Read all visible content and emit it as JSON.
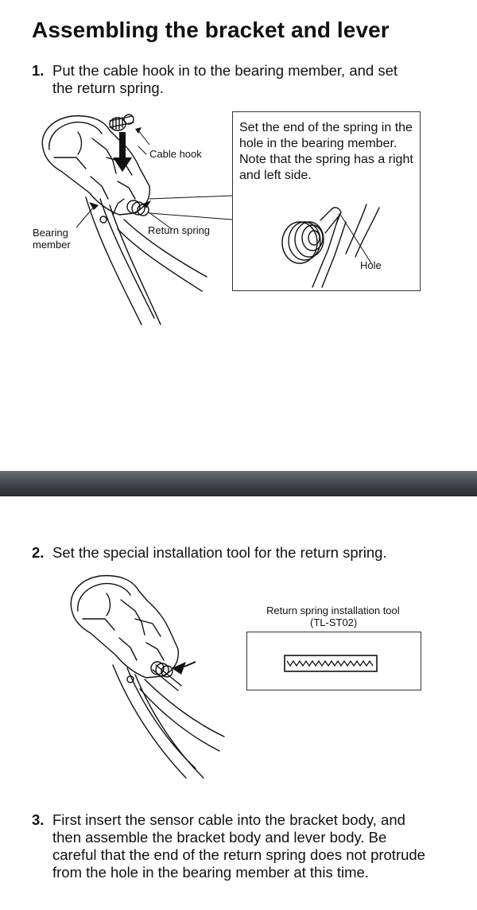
{
  "title": "Assembling the bracket and lever",
  "steps": [
    {
      "number": "1.",
      "text": "Put the cable hook in to the bearing member, and set the return spring.",
      "labels": {
        "cable_hook": "Cable hook",
        "bearing_member": "Bearing member",
        "return_spring": "Return spring"
      },
      "callout": {
        "text": "Set the end of the spring in the hole in the bearing member. Note that the spring has a right and left side.",
        "hole_label": "Hole"
      }
    },
    {
      "number": "2.",
      "text": "Set the special installation tool for the return spring.",
      "tool_label": "Return spring installation tool",
      "tool_code": "(TL-ST02)"
    },
    {
      "number": "3.",
      "text": "First insert the sensor cable into the bracket body, and then assemble the bracket body and lever body. Be careful that the end of the return spring does not protrude from the hole in the bearing member at this time."
    }
  ]
}
